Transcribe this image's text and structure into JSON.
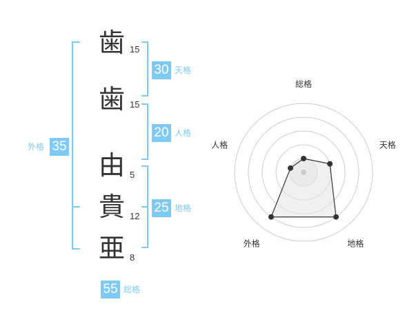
{
  "name": {
    "chars": [
      {
        "char": "歯",
        "strokes": "15"
      },
      {
        "char": "歯",
        "strokes": "15"
      },
      {
        "char": "由",
        "strokes": "5"
      },
      {
        "char": "貴",
        "strokes": "12"
      },
      {
        "char": "亜",
        "strokes": "8"
      }
    ]
  },
  "kaku": {
    "tenkaku": {
      "value": "30",
      "label": "天格"
    },
    "jinkaku": {
      "value": "20",
      "label": "人格"
    },
    "chikaku": {
      "value": "25",
      "label": "地格"
    },
    "gaikaku": {
      "value": "35",
      "label": "外格"
    },
    "soukaku": {
      "value": "55",
      "label": "総格"
    }
  },
  "colors": {
    "accent": "#7fcaf5",
    "text": "#333333"
  },
  "chart_data": {
    "type": "radar",
    "axes": [
      "総格",
      "天格",
      "地格",
      "外格",
      "人格"
    ],
    "values": [
      1,
      2,
      4,
      4,
      1
    ],
    "range": [
      0,
      5
    ],
    "rings": 5
  }
}
